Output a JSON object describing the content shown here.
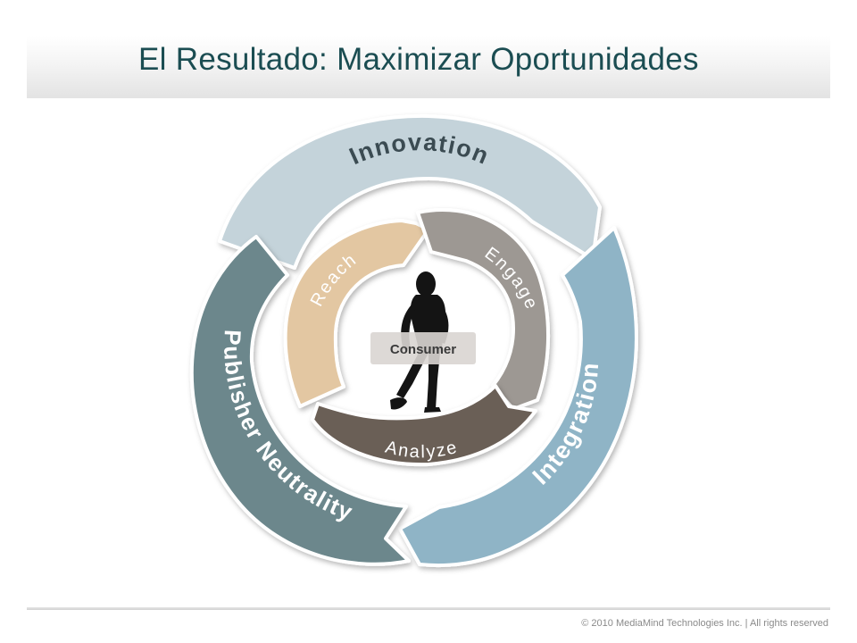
{
  "slide": {
    "title": "El Resultado: Maximizar Oportunidades",
    "footer": "© 2010 MediaMind Technologies Inc. | All rights reserved"
  },
  "outer_cycle": {
    "innovation": {
      "label": "Innovation",
      "color": "#c4d3da"
    },
    "integration": {
      "label": "Integration",
      "color": "#8fb4c6"
    },
    "publisher_neutrality": {
      "label": "Publisher Neutrality",
      "color": "#6c878c"
    }
  },
  "inner_cycle": {
    "reach": {
      "label": "Reach",
      "color": "#e3c7a2"
    },
    "engage": {
      "label": "Engage",
      "color": "#9d9893"
    },
    "analyze": {
      "label": "Analyze",
      "color": "#6b5e57"
    }
  },
  "center": {
    "label": "Consumer"
  }
}
